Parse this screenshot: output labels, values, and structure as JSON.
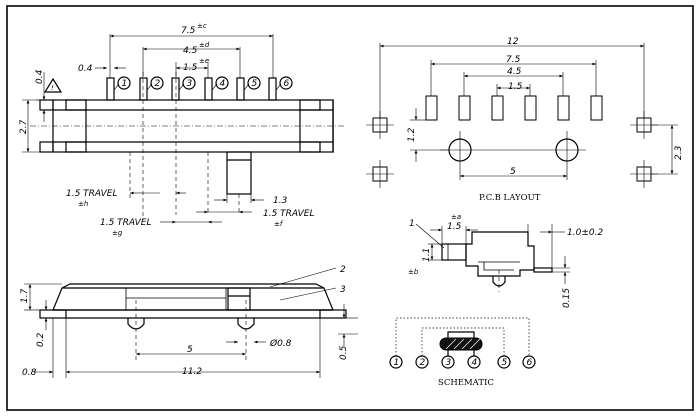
{
  "front_view": {
    "dim_top": "7.5",
    "dim_top_tol": "±c",
    "dim_mid": "4.5",
    "dim_mid_tol": "±d",
    "dim_inner": "1.5",
    "dim_inner_tol": "±e",
    "dim_pin_w": "0.4",
    "dim_lead": "0.4",
    "dim_height": "2.7",
    "pin_labels": [
      "1",
      "2",
      "3",
      "4",
      "5",
      "6"
    ],
    "travel_1": "1.5 TRAVEL",
    "travel_1_tol": "±h",
    "travel_2": "1.5 TRAVEL",
    "travel_2_tol": "±g",
    "travel_3": "1.5 TRAVEL",
    "travel_3_tol": "±f",
    "dim_actuator": "1.3"
  },
  "pcb_layout": {
    "dim_overall": "12",
    "dim_75": "7.5",
    "dim_45": "4.5",
    "dim_15": "1.5",
    "dim_12": "1.2",
    "dim_holes": "5",
    "dim_23": "2.3",
    "caption": "P.C.B LAYOUT"
  },
  "side_view": {
    "dim_15": "1.5",
    "dim_15_tol": "±a",
    "dim_11": "1.1",
    "dim_11_tol": "±b",
    "dim_10": "1.0±0.2",
    "dim_015": "0.15",
    "callout_1": "1"
  },
  "bottom_view": {
    "dim_17": "1.7",
    "dim_02": "0.2",
    "dim_5": "5",
    "dim_phi": "Ø0.8",
    "dim_05": "0.5",
    "dim_08": "0.8",
    "dim_112": "11.2",
    "callout_2": "2",
    "callout_3": "3"
  },
  "schematic": {
    "caption": "SCHEMATIC",
    "terminals": [
      "1",
      "2",
      "3",
      "4",
      "5",
      "6"
    ]
  }
}
